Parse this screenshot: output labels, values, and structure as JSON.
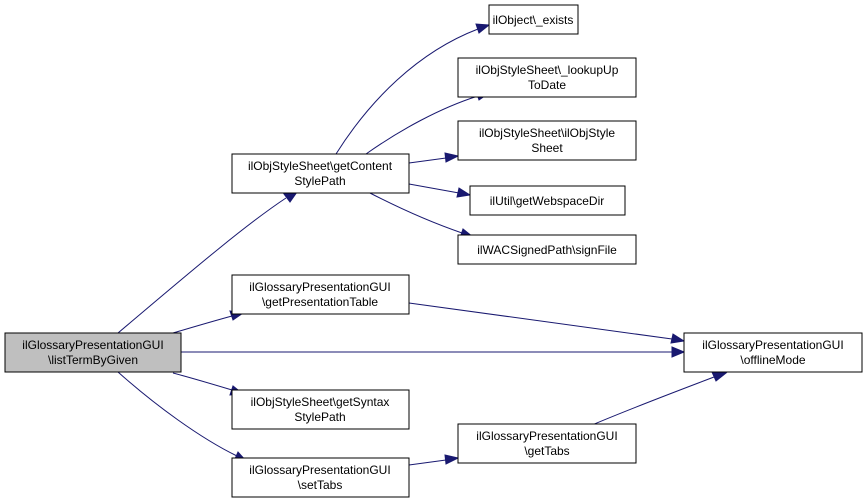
{
  "colors": {
    "node_fill": "#ffffff",
    "root_fill": "#bfbfbf",
    "border": "#000000",
    "edge": "#191970"
  },
  "nodes": {
    "root": [
      "ilGlossaryPresentationGUI",
      "\\listTermByGiven"
    ],
    "getContentStylePath": [
      "ilObjStyleSheet\\getContent",
      "StylePath"
    ],
    "getPresentationTable": [
      "ilGlossaryPresentationGUI",
      "\\getPresentationTable"
    ],
    "getSyntaxStylePath": [
      "ilObjStyleSheet\\getSyntax",
      "StylePath"
    ],
    "setTabs": [
      "ilGlossaryPresentationGUI",
      "\\setTabs"
    ],
    "exists": [
      "ilObject\\_exists"
    ],
    "lookupUpToDate": [
      "ilObjStyleSheet\\_lookupUp",
      "ToDate"
    ],
    "ilObjStyleSheet": [
      "ilObjStyleSheet\\ilObjStyle",
      "Sheet"
    ],
    "getWebspaceDir": [
      "ilUtil\\getWebspaceDir"
    ],
    "signFile": [
      "ilWACSignedPath\\signFile"
    ],
    "getTabs": [
      "ilGlossaryPresentationGUI",
      "\\getTabs"
    ],
    "offlineMode": [
      "ilGlossaryPresentationGUI",
      "\\offlineMode"
    ]
  }
}
